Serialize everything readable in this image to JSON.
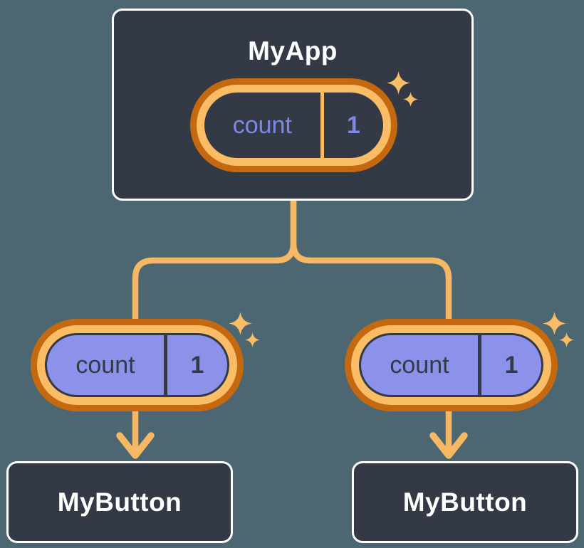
{
  "app": {
    "label": "MyApp",
    "state": {
      "name": "count",
      "value": "1"
    }
  },
  "children": [
    {
      "label": "MyButton",
      "prop": {
        "name": "count",
        "value": "1"
      }
    },
    {
      "label": "MyButton",
      "prop": {
        "name": "count",
        "value": "1"
      }
    }
  ],
  "colors": {
    "background": "#4C6672",
    "node_fill": "#333A45",
    "node_border": "#FFFFFF",
    "node_text": "#FFFFFF",
    "pill_ring_outer": "#C4690F",
    "pill_ring_inner": "#FABD66",
    "state_pill_fill": "#333A45",
    "state_pill_text": "#7D87E6",
    "prop_pill_fill": "#8C92EA",
    "prop_pill_text": "#333A45",
    "connector": "#F6B864",
    "sparkle": "#FABD66"
  }
}
